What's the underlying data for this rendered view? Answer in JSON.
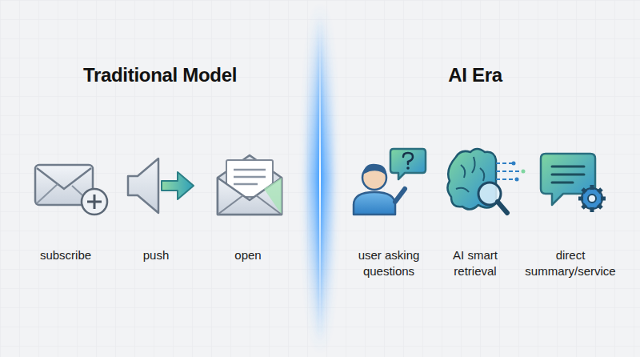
{
  "diagram": {
    "labels": [
      "Traditional Model",
      "AI Era",
      "subscribe",
      "push",
      "open",
      "user asking questions",
      "AI smart retrieval",
      "direct summary/service"
    ]
  }
}
